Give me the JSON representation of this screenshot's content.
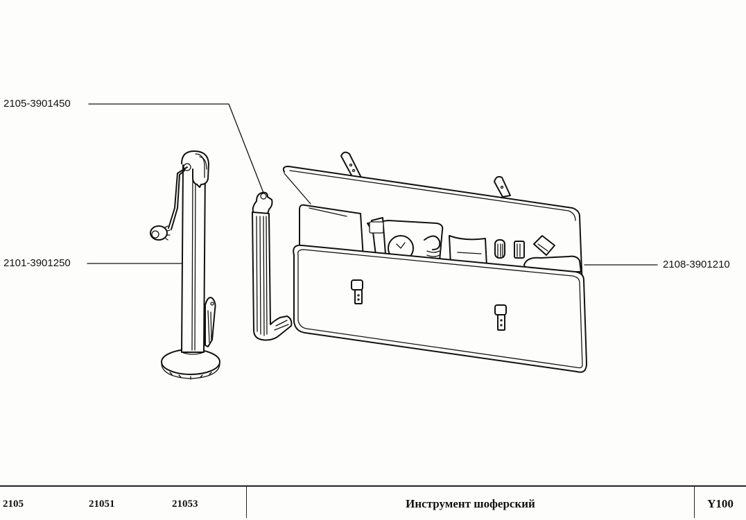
{
  "diagram": {
    "background": "#fdfefc",
    "line_color": "#111111",
    "parts": [
      {
        "id": "strap",
        "part_number": "2105-3901450",
        "label_side": "left",
        "description": "jack support strap"
      },
      {
        "id": "jack",
        "part_number": "2101-3901250",
        "label_side": "left",
        "description": "screw jack with crank handle"
      },
      {
        "id": "tool_bag",
        "part_number": "2108-3901210",
        "label_side": "right",
        "description": "driver's tool bag with tools"
      }
    ]
  },
  "footer": {
    "models": [
      "2105",
      "21051",
      "21053"
    ],
    "title": "Инструмент шоферский",
    "section_code": "Y100"
  }
}
